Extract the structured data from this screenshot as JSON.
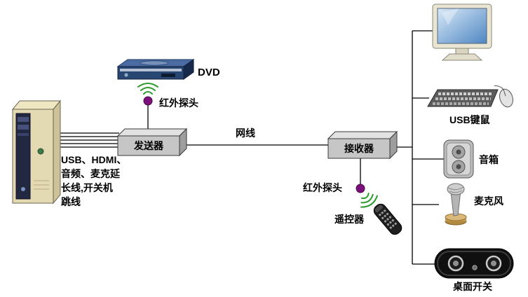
{
  "labels": {
    "dvd": "DVD",
    "ir_probe_top": "红外探头",
    "transmitter": "发送器",
    "cable_bundle": "USB、HDMI、\n音频、麦克延\n长线,开关机\n跳线",
    "network_cable": "网线",
    "receiver": "接收器",
    "ir_probe_bottom": "红外探头",
    "remote_control": "遥控器",
    "usb_keyboard_mouse": "USB键鼠",
    "speaker": "音箱",
    "microphone": "麦克风",
    "desktop_switch": "桌面开关"
  },
  "colors": {
    "ir_purple": "#7b0f7b",
    "signal_green": "#2e9b2e",
    "line_black": "#000000",
    "box_gray": "#c6c6c6",
    "dvd_blue": "#274672",
    "tower_beige": "#e3d9b3",
    "screen_blue": "#4f86c2"
  }
}
